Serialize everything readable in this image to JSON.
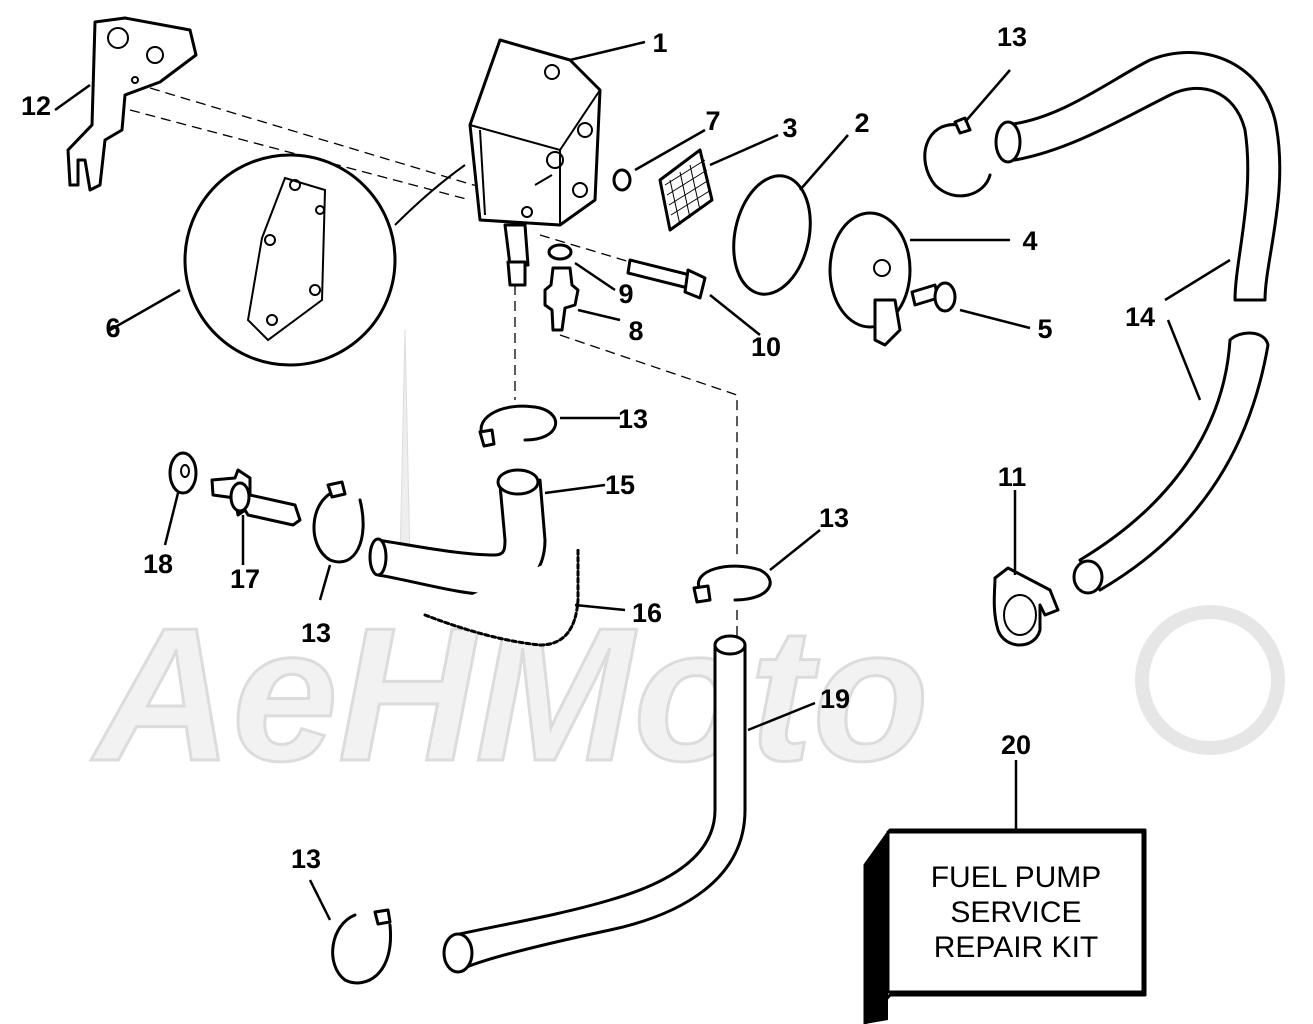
{
  "watermark": "AeHMoto",
  "callouts": {
    "c1": "1",
    "c2": "2",
    "c3": "3",
    "c4": "4",
    "c5": "5",
    "c6": "6",
    "c7": "7",
    "c8": "8",
    "c9": "9",
    "c10": "10",
    "c11": "11",
    "c12": "12",
    "c13a": "13",
    "c13b": "13",
    "c13c": "13",
    "c13d": "13",
    "c13e": "13",
    "c14": "14",
    "c15": "15",
    "c16": "16",
    "c17": "17",
    "c18": "18",
    "c19": "19",
    "c20": "20"
  },
  "kit": {
    "line1": "FUEL PUMP",
    "line2": "SERVICE",
    "line3": "REPAIR KIT"
  },
  "colors": {
    "ink": "#000000",
    "paper": "#ffffff",
    "watermark": "#dcdcdc"
  }
}
